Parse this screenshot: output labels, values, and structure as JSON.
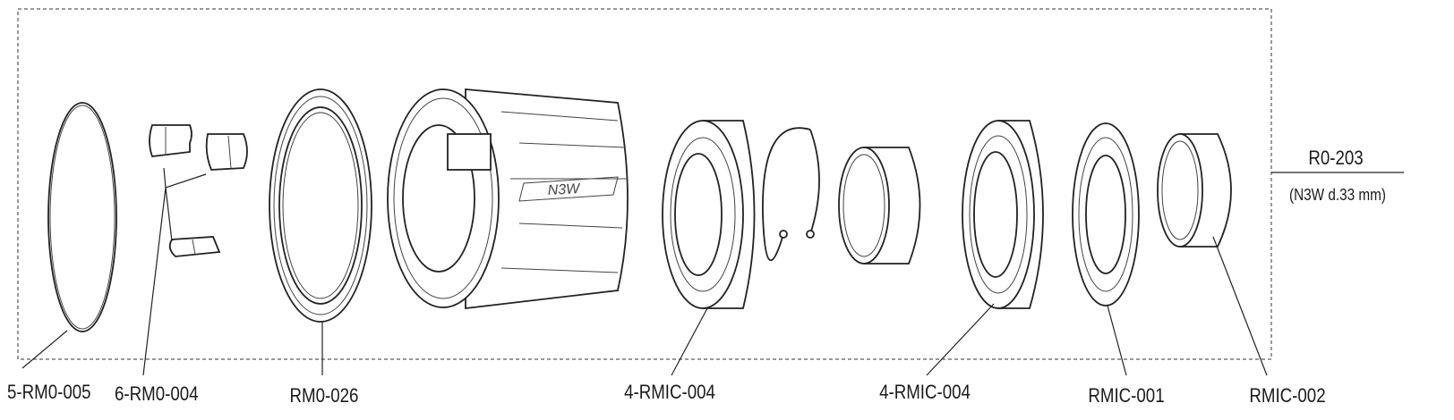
{
  "assembly": {
    "code": "R0-203",
    "description": "(N3W d.33 mm)"
  },
  "parts": [
    {
      "label": "5-RM0-005"
    },
    {
      "label": "6-RM0-004"
    },
    {
      "label": "RM0-026"
    },
    {
      "label": "4-RMIC-004"
    },
    {
      "label": "4-RMIC-004"
    },
    {
      "label": "RMIC-001"
    },
    {
      "label": "RMIC-002"
    }
  ]
}
